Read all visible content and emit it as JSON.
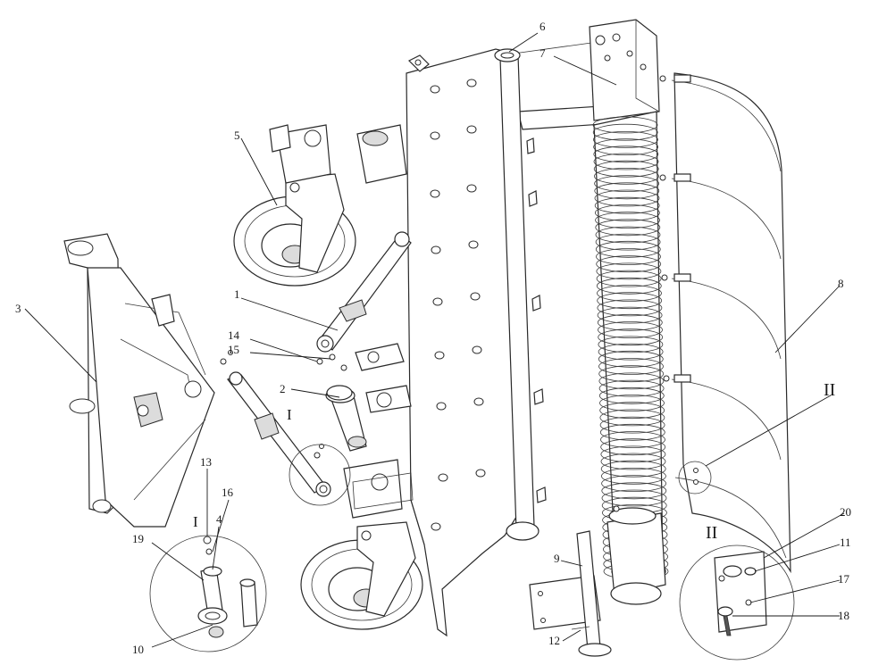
{
  "diagram": {
    "callouts": [
      {
        "id": "1",
        "text": "1"
      },
      {
        "id": "2",
        "text": "2"
      },
      {
        "id": "3",
        "text": "3"
      },
      {
        "id": "4",
        "text": "4"
      },
      {
        "id": "5",
        "text": "5"
      },
      {
        "id": "6",
        "text": "6"
      },
      {
        "id": "7",
        "text": "7"
      },
      {
        "id": "8",
        "text": "8"
      },
      {
        "id": "9",
        "text": "9"
      },
      {
        "id": "10",
        "text": "10"
      },
      {
        "id": "11",
        "text": "11"
      },
      {
        "id": "12",
        "text": "12"
      },
      {
        "id": "13",
        "text": "13"
      },
      {
        "id": "14",
        "text": "14"
      },
      {
        "id": "15",
        "text": "15"
      },
      {
        "id": "16",
        "text": "16"
      },
      {
        "id": "17",
        "text": "17"
      },
      {
        "id": "18",
        "text": "18"
      },
      {
        "id": "19",
        "text": "19"
      },
      {
        "id": "20",
        "text": "20"
      }
    ],
    "detail_marks": {
      "detail_I": "I",
      "detail_II": "II"
    },
    "line_color": "#2a2a2a",
    "background": "#ffffff"
  }
}
